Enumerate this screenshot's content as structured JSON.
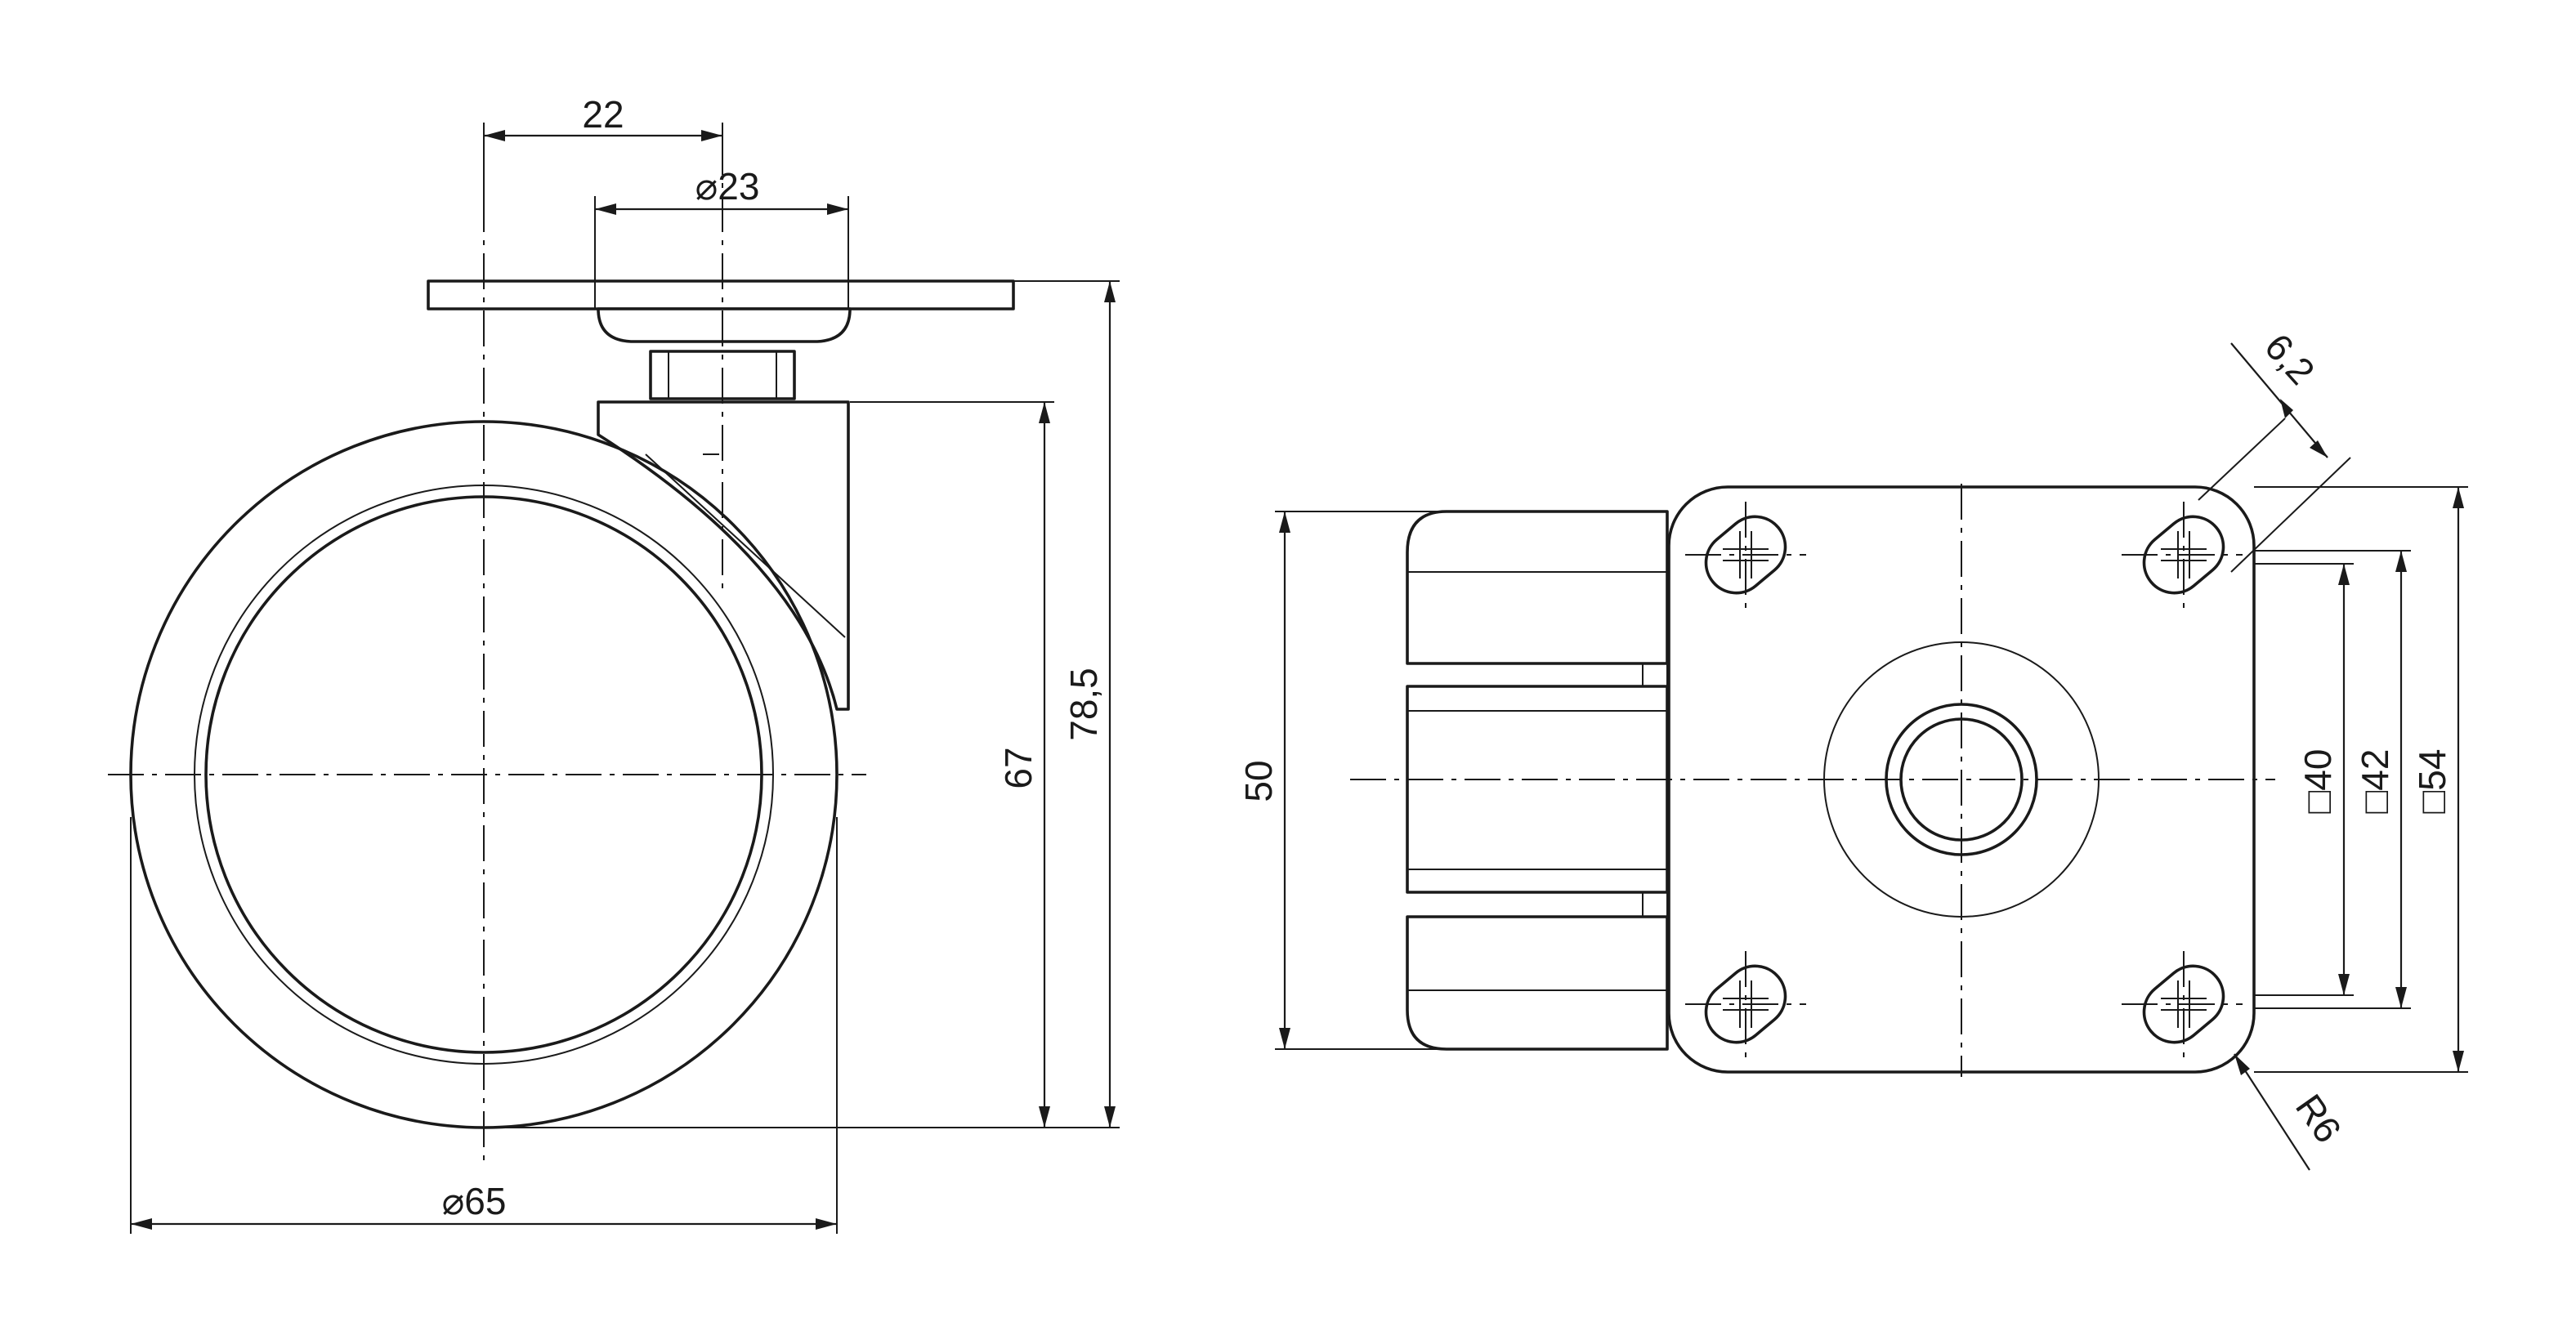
{
  "dimensions": {
    "offset_22": "22",
    "bore_diam": "23",
    "height_785": "78,5",
    "height_67": "67",
    "wheel_diam": "65",
    "width_50": "50",
    "hole_62": "6,2",
    "sq_40": "40",
    "sq_42": "42",
    "sq_54": "54",
    "radius_r6": "R6"
  },
  "symbols": {
    "diameter": "⌀",
    "square": "□"
  },
  "colors": {
    "line": "#1a1a1a",
    "background": "#ffffff"
  }
}
